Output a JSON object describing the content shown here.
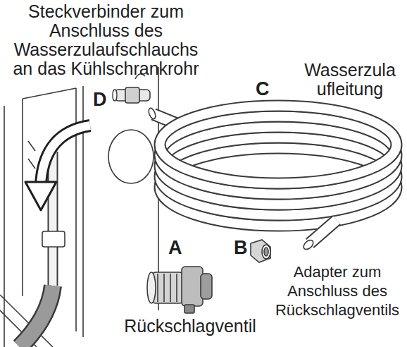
{
  "diagram": {
    "labels": [
      "Steckverbinder zum Anschluss des Wasserzulaufschlauchs an das Kühlschrankrohr",
      "D",
      "Wasserzula ufleitung",
      "C",
      "A",
      "B",
      "Adapter zum Anschluss des Rückschlagventils",
      "Rückschlagventil"
    ]
  }
}
